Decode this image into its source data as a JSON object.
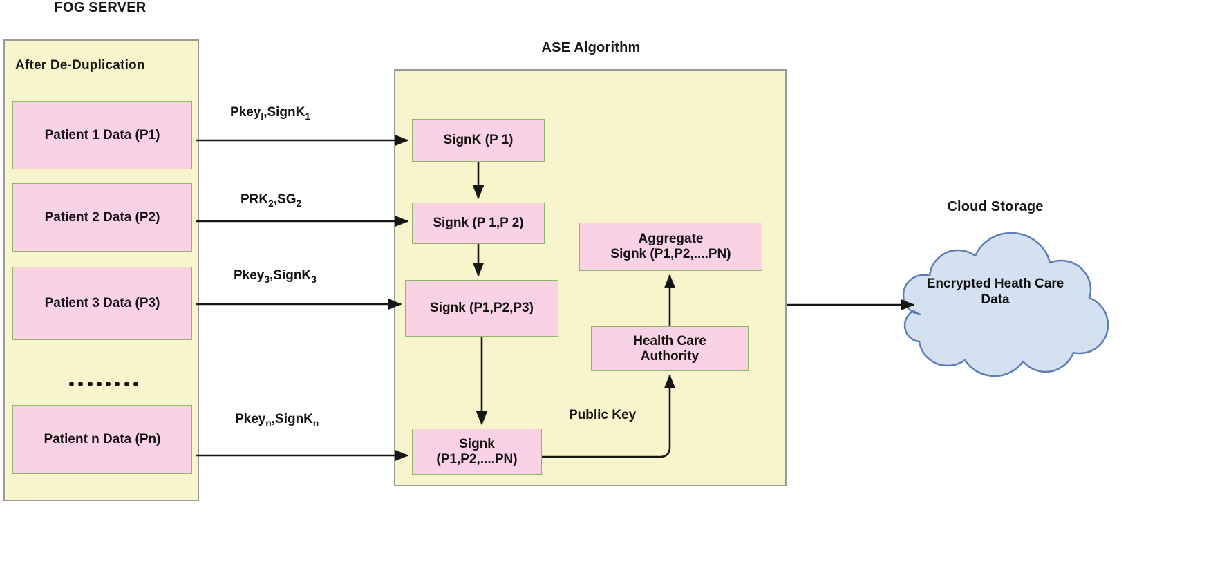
{
  "diagram": {
    "title_fog": "FOG SERVER",
    "title_ase": "ASE Algorithm",
    "title_cloud": "Cloud Storage"
  },
  "fog_server": {
    "heading": "After De-Duplication",
    "patients": [
      {
        "label": "Patient 1 Data (P1)"
      },
      {
        "label": "Patient 2 Data (P2)"
      },
      {
        "label": "Patient 3 Data (P3)"
      },
      {
        "label": "Patient n Data (Pn)"
      }
    ],
    "ellipsis_dot_count": 8
  },
  "transfer_labels": [
    {
      "main": "Pkey",
      "sub": "l",
      "sep": ",",
      "main2": "SignK",
      "sub2": "1"
    },
    {
      "main": "PRK",
      "sub": "2",
      "sep": ",",
      "main2": "SG",
      "sub2": "2"
    },
    {
      "main": "Pkey",
      "sub": "3",
      "sep": ",",
      "main2": "SignK",
      "sub2": "3"
    },
    {
      "main": "Pkey",
      "sub": "n",
      "sep": ",",
      "main2": "SignK",
      "sub2": "n"
    }
  ],
  "ase_algorithm": {
    "chain": [
      {
        "label": "SignK (P 1)"
      },
      {
        "label": "Signk (P 1,P 2)"
      },
      {
        "label": "Signk (P1,P2,P3)"
      },
      {
        "label": "Signk\n(P1,P2,....PN)"
      }
    ],
    "aggregate": {
      "label": "Aggregate\nSignk (P1,P2,....PN)"
    },
    "authority": {
      "label": "Health Care\nAuthority"
    },
    "public_key_label": "Public Key"
  },
  "cloud": {
    "label": "Encrypted Heath Care\nData"
  },
  "colors": {
    "panel_fill": "#F8F4CB",
    "panel_border": "#9A9A9A",
    "node_fill": "#F9D2E4",
    "node_border": "#8CB86B",
    "cloud_fill": "#D2E0F0",
    "cloud_border": "#5B7EB5",
    "arrow": "#161616",
    "text": "#121212"
  }
}
